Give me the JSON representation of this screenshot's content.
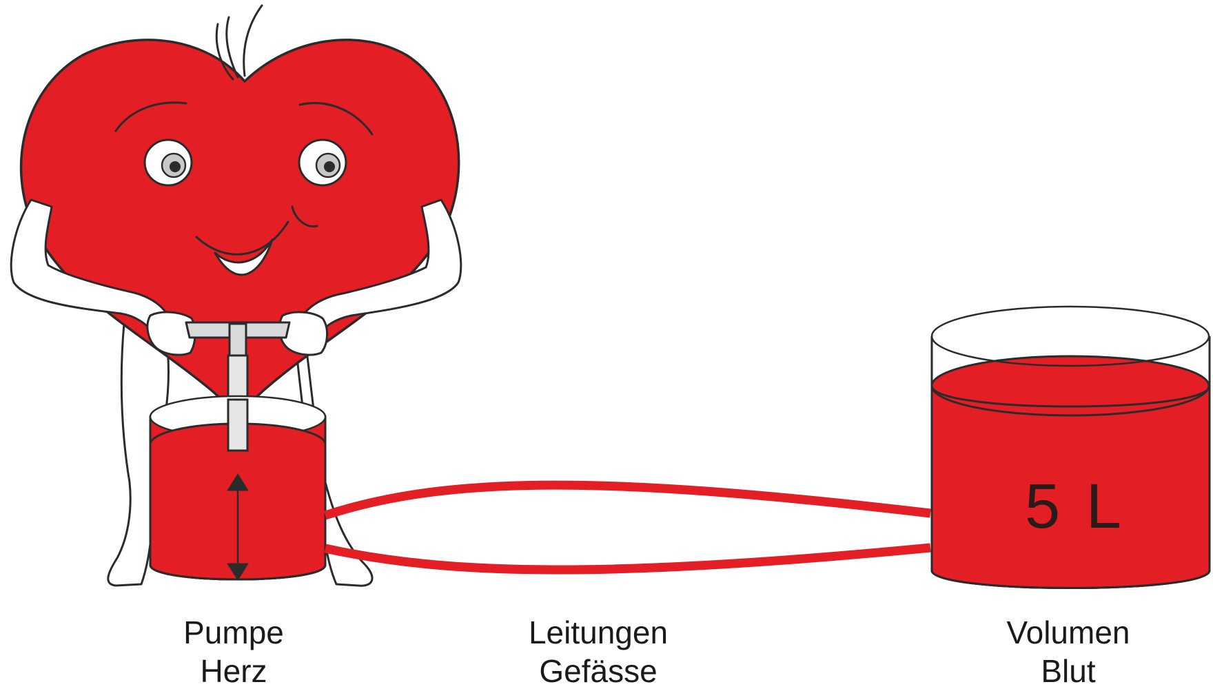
{
  "labels": {
    "pump": {
      "line1": "Pumpe",
      "line2": "Herz"
    },
    "vessels": {
      "line1": "Leitungen",
      "line2": "Gefässe"
    },
    "volume": {
      "line1": "Volumen",
      "line2": "Blut"
    }
  },
  "reservoir_volume": "5 L",
  "colors": {
    "blood": "#e31e24",
    "outline": "#2b2b2b",
    "limb": "#ffffff",
    "eye_iris": "#c8c8c8",
    "pump_metal": "#d9d9d9"
  }
}
